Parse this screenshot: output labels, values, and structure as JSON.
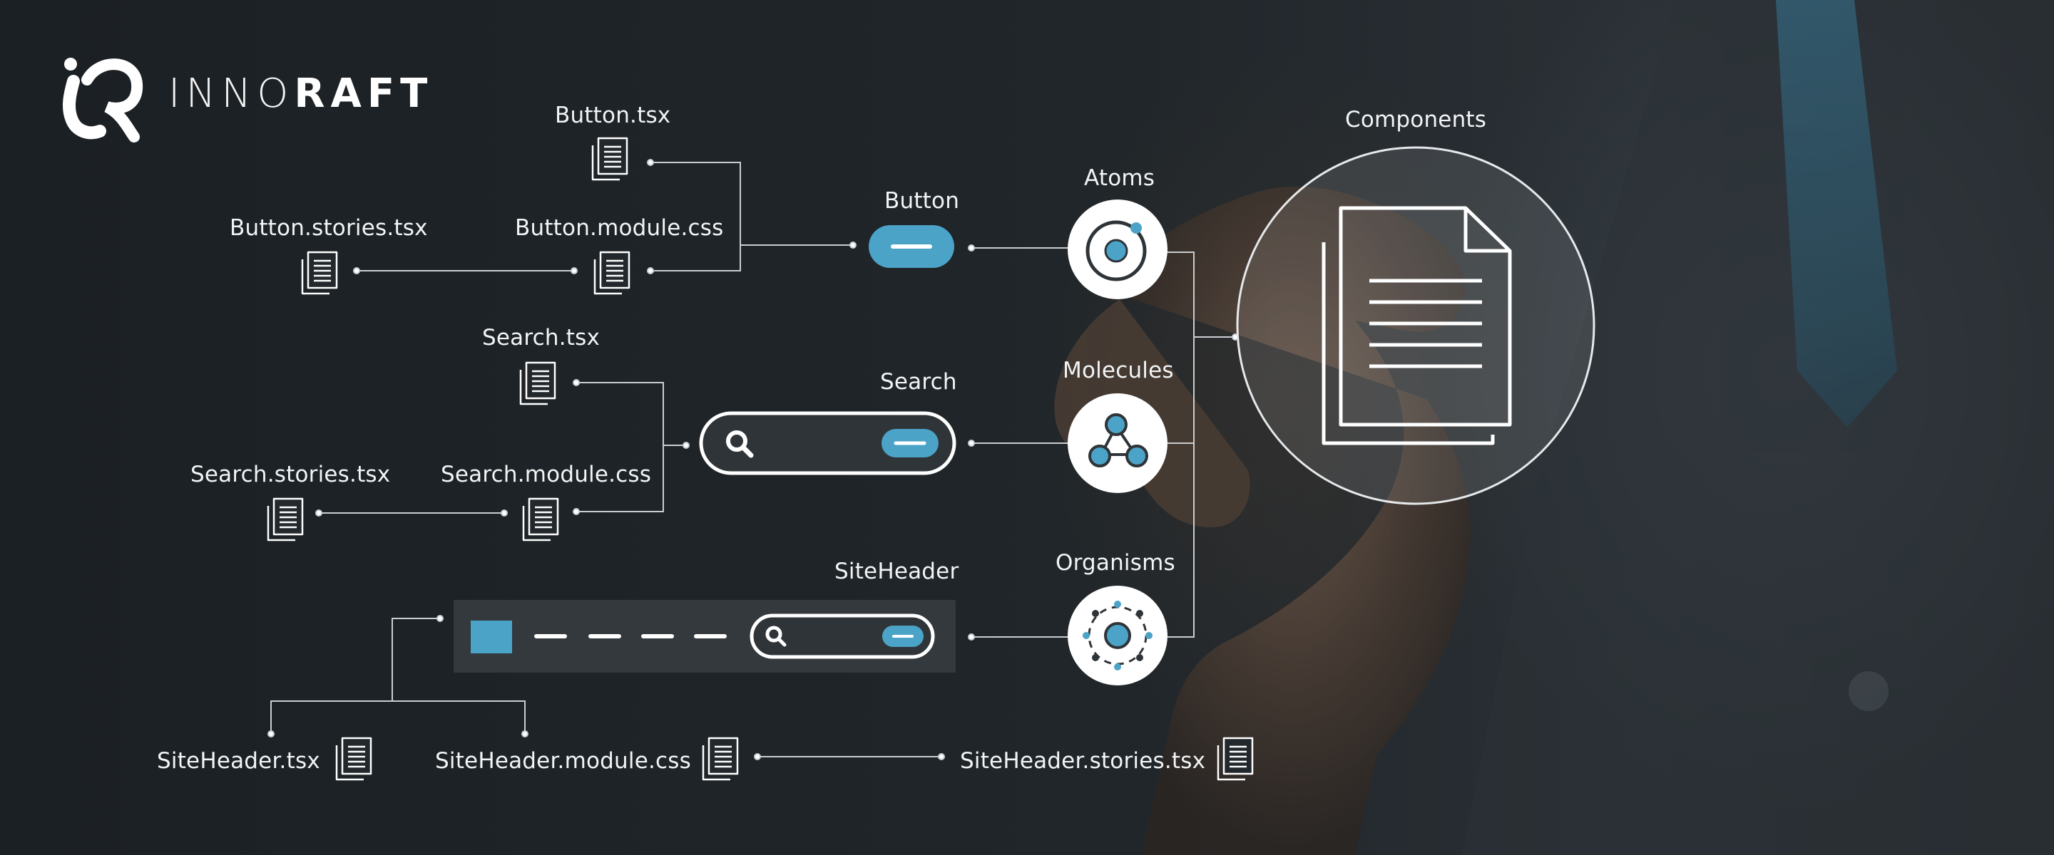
{
  "brand": {
    "thin": "INNO",
    "bold": "RAFT"
  },
  "tree": {
    "button": {
      "component": "Button",
      "files": [
        "Button.tsx",
        "Button.stories.tsx",
        "Button.module.css"
      ]
    },
    "search": {
      "component": "Search",
      "files": [
        "Search.tsx",
        "Search.stories.tsx",
        "Search.module.css"
      ]
    },
    "siteheader": {
      "component": "SiteHeader",
      "files": [
        "SiteHeader.tsx",
        "SiteHeader.module.css",
        "SiteHeader.stories.tsx"
      ]
    }
  },
  "levels": [
    "Atoms",
    "Molecules",
    "Organisms"
  ],
  "root": "Components",
  "colors": {
    "accent": "#4ba3c7",
    "line": "#c9ced1",
    "panel": "#2f3438",
    "node": "#ffffff"
  },
  "icons": [
    "file-icon",
    "search-icon",
    "atom-icon",
    "molecule-icon",
    "organism-icon",
    "document-icon",
    "innoraft-logo"
  ]
}
